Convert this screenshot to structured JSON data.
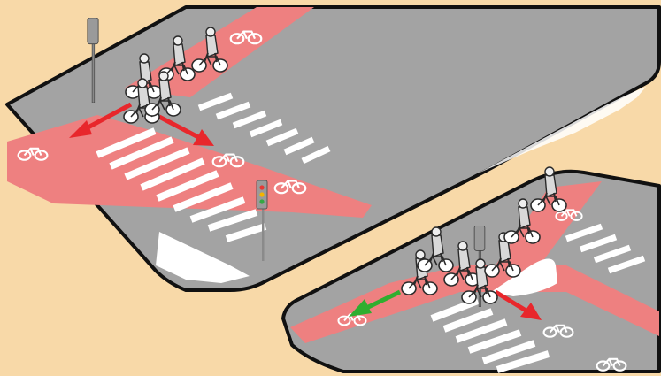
{
  "colors": {
    "background": "#F8D9A8",
    "asphalt": "#A3A3A3",
    "curb": "#FFFFFF",
    "outline": "#111111",
    "bike_lane": "#EE8080",
    "crosswalk": "#FFFFFF",
    "arrow_red": "#E8272C",
    "arrow_green": "#2FAE2F",
    "signal_body": "#9A9A9A",
    "signal_red_lamp": "#E53935",
    "signal_amber_lamp": "#F5B400",
    "signal_green_lamp": "#35A843"
  },
  "icons": {
    "bike_symbol": "bicycle-icon",
    "direction_marker": "lane-direction-arrow-icon",
    "cyclist": "cyclist-figure-icon",
    "traffic_signal": "traffic-signal-icon",
    "left_turn_arrow": "red-arrow-left-icon",
    "straight_arrow": "red-arrow-right-icon",
    "green_turn_arrow": "green-arrow-left-icon"
  },
  "panels": [
    {
      "id": "upper-left-intersection",
      "cyclist_group_count": 5,
      "signal_count": 2,
      "arrows": [
        "red-left",
        "red-right"
      ]
    },
    {
      "id": "lower-right-intersection",
      "cyclist_group_count": 7,
      "signal_count": 1,
      "arrows": [
        "green-left",
        "red-right"
      ]
    }
  ]
}
